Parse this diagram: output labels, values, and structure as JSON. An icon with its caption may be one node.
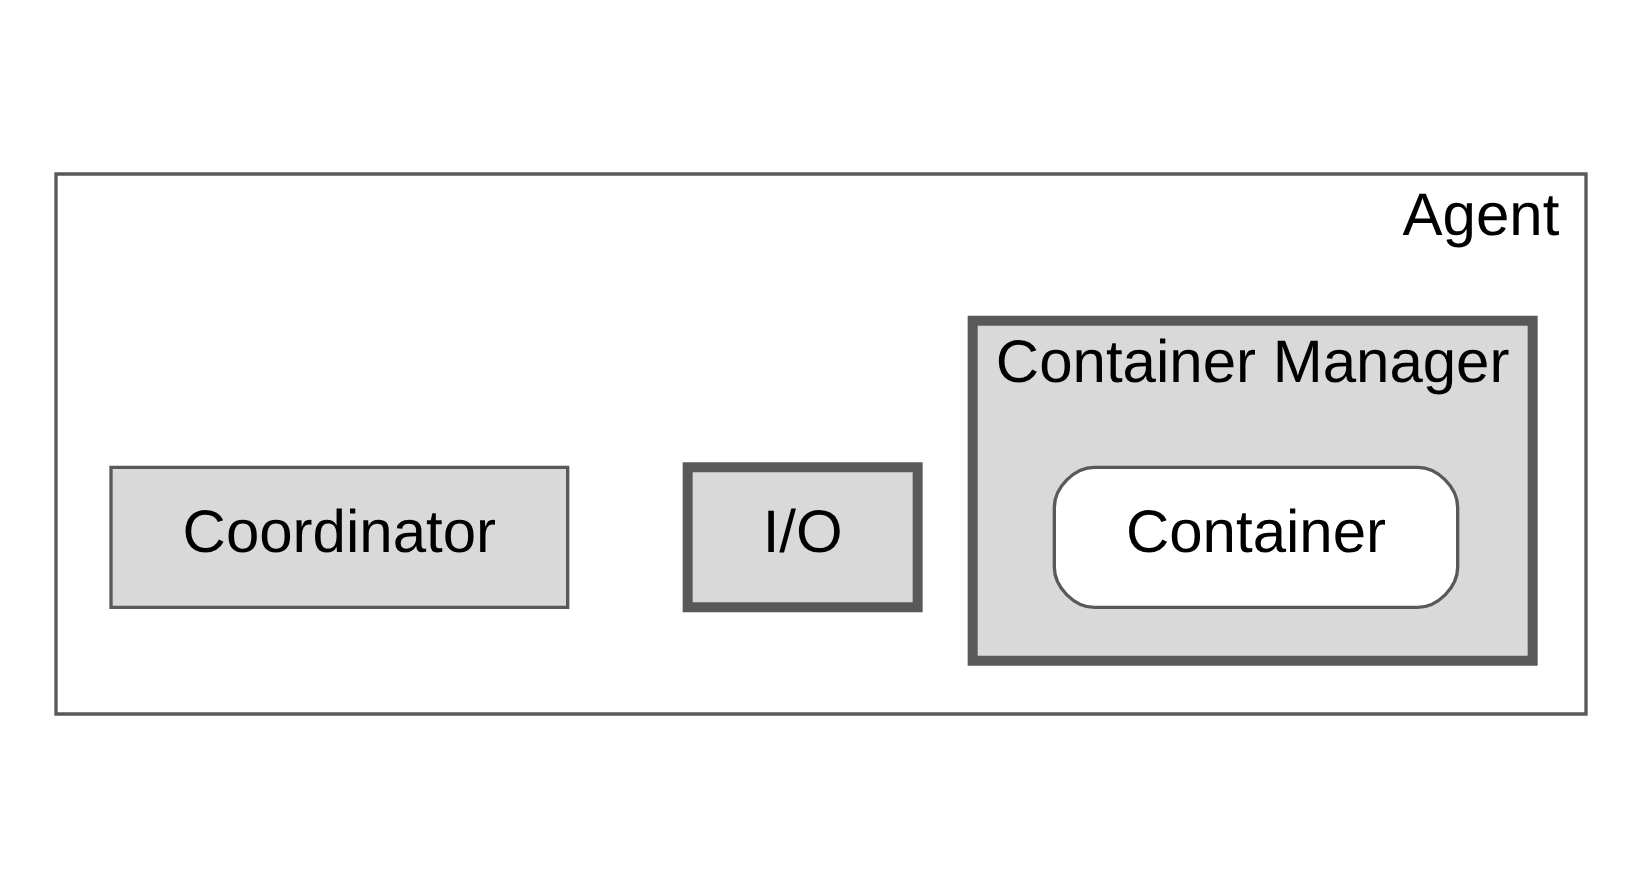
{
  "diagram": {
    "nodes": [
      {
        "text": [
          "Agent"
        ]
      },
      {
        "text": [
          "I/O"
        ],
        "in": 0
      },
      {
        "text": [
          "Container Manager"
        ],
        "in": 0
      },
      {
        "text": [
          "Container"
        ],
        "in": 2
      },
      {
        "text": [
          "Coordinator"
        ],
        "in": 0
      }
    ]
  }
}
